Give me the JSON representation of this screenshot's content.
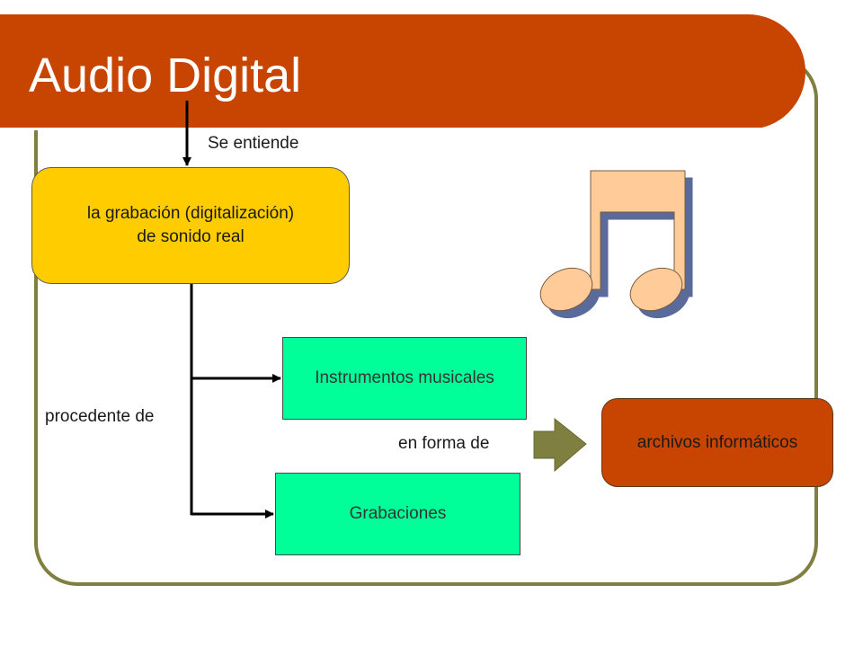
{
  "slide": {
    "title": "Audio Digital"
  },
  "diagram": {
    "nodes": {
      "main": "la grabación (digitalización)\nde sonido real",
      "instruments": "Instrumentos musicales",
      "recordings": "Grabaciones",
      "files": "archivos informáticos"
    },
    "edge_labels": {
      "understood": "Se entiende",
      "from": "procedente de",
      "as": "en forma de"
    }
  },
  "colors": {
    "title_band": "#c74401",
    "frame": "#7f7f3f",
    "main_node": "#ffcc00",
    "source_nodes": "#00ff99",
    "result_node": "#c74401",
    "block_arrow": "#7f7f3f",
    "music_note": "#ffcc99"
  },
  "icons": {
    "decoration": "music-note-icon"
  }
}
